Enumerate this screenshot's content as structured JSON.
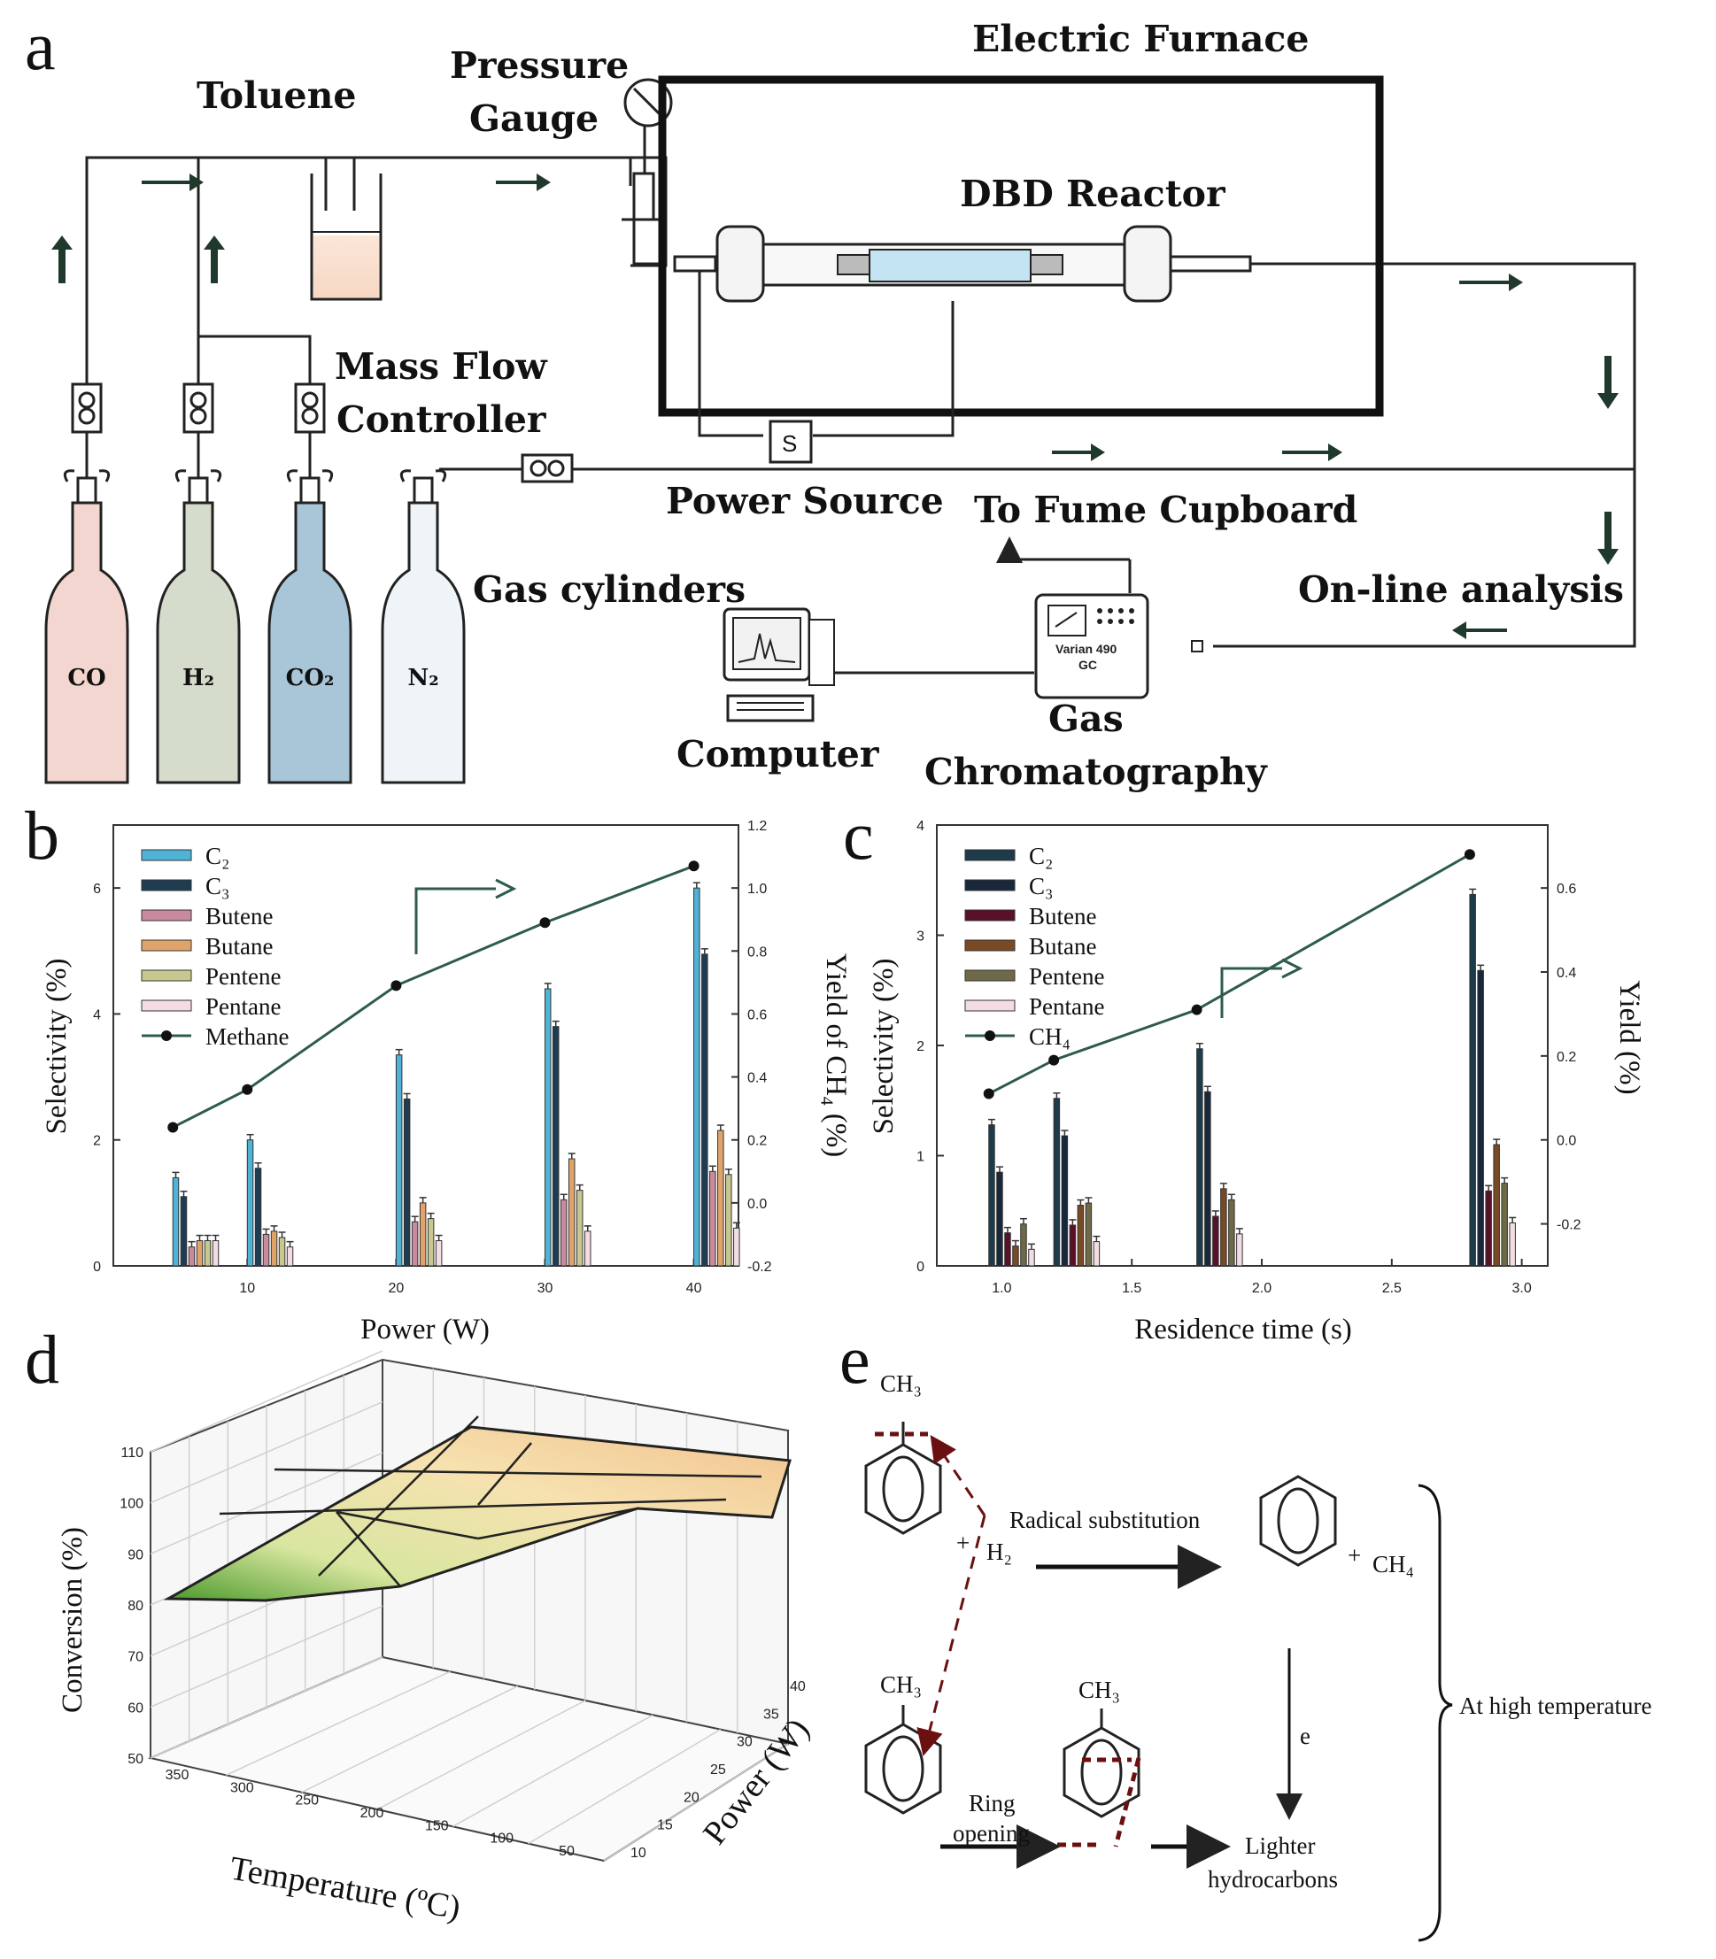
{
  "panels": {
    "a": "a",
    "b": "b",
    "c": "c",
    "d": "d",
    "e": "e"
  },
  "setup": {
    "toluene": "Toluene",
    "pressure_gauge": [
      "Pressure",
      "Gauge"
    ],
    "electric_furnace": "Electric Furnace",
    "dbd_reactor": "DBD Reactor",
    "mass_flow_controller": [
      "Mass Flow",
      "Controller"
    ],
    "power_source": "Power Source",
    "power_source_symbol": "S",
    "fume_cupboard": "To Fume Cupboard",
    "gas_cylinders": "Gas cylinders",
    "online_analysis": "On-line analysis",
    "computer": "Computer",
    "gc": [
      "Gas",
      "Chromatography"
    ],
    "gc_device": [
      "Varian 490",
      "GC"
    ],
    "cylinders": [
      {
        "label": "CO",
        "color": "#f3d6cf"
      },
      {
        "label": "H₂",
        "color": "#d6dccb"
      },
      {
        "label": "CO₂",
        "color": "#a9c6d8"
      },
      {
        "label": "N₂",
        "color": "#eef4f7"
      }
    ]
  },
  "chart_data": [
    {
      "panel": "b",
      "type": "bar",
      "categories": [
        "5",
        "10",
        "20",
        "30",
        "40"
      ],
      "xlabel": "Power (W)",
      "ylabel": "Selectivity (%)",
      "ylim": [
        0,
        7
      ],
      "yticks": [
        "0",
        "2",
        "4",
        "6"
      ],
      "xticks": [
        "10",
        "20",
        "30",
        "40"
      ],
      "y2label": "Yield of CH₄ (%)",
      "y2lim": [
        -0.2,
        1.2
      ],
      "y2ticks": [
        "-0.2",
        "0.0",
        "0.2",
        "0.4",
        "0.6",
        "0.8",
        "1.0",
        "1.2"
      ],
      "series": [
        {
          "name": "C₂",
          "color": "#4fb3d8",
          "values": [
            1.4,
            2.0,
            3.35,
            4.4,
            6.0
          ]
        },
        {
          "name": "C₃",
          "color": "#1f3d52",
          "values": [
            1.1,
            1.55,
            2.65,
            3.8,
            4.95
          ]
        },
        {
          "name": "Butene",
          "color": "#c98aa0",
          "values": [
            0.3,
            0.5,
            0.7,
            1.05,
            1.5
          ]
        },
        {
          "name": "Butane",
          "color": "#e0a46b",
          "values": [
            0.4,
            0.55,
            1.0,
            1.7,
            2.15
          ]
        },
        {
          "name": "Pentene",
          "color": "#c8c88e",
          "values": [
            0.4,
            0.45,
            0.75,
            1.2,
            1.45
          ]
        },
        {
          "name": "Pentane",
          "color": "#f3dde3",
          "values": [
            0.4,
            0.3,
            0.4,
            0.55,
            0.6
          ]
        }
      ],
      "line": {
        "name": "Methane",
        "color": "#2e5c4a",
        "x": [
          5,
          10,
          20,
          30,
          40
        ],
        "values": [
          0.24,
          0.36,
          0.69,
          0.89,
          1.07
        ]
      }
    },
    {
      "panel": "c",
      "type": "bar",
      "categories": [
        "0.95",
        "1.2",
        "1.75",
        "2.8"
      ],
      "xlabel": "Residence time (s)",
      "ylabel": "Selectivity (%)",
      "ylim": [
        0,
        4
      ],
      "yticks": [
        "0",
        "1",
        "2",
        "3",
        "4"
      ],
      "xticks": [
        "1.0",
        "1.5",
        "2.0",
        "2.5",
        "3.0"
      ],
      "y2label": "Yield (%)",
      "y2lim": [
        -0.3,
        0.75
      ],
      "y2ticks": [
        "-0.2",
        "0.0",
        "0.2",
        "0.4",
        "0.6"
      ],
      "series": [
        {
          "name": "C₂",
          "color": "#1d3b4a",
          "values": [
            1.28,
            1.52,
            1.97,
            3.37
          ]
        },
        {
          "name": "C₃",
          "color": "#18283a",
          "values": [
            0.85,
            1.18,
            1.58,
            2.68
          ]
        },
        {
          "name": "Butene",
          "color": "#5a1027",
          "values": [
            0.3,
            0.37,
            0.45,
            0.68
          ]
        },
        {
          "name": "Butane",
          "color": "#7a4a24",
          "values": [
            0.18,
            0.55,
            0.7,
            1.1
          ]
        },
        {
          "name": "Pentene",
          "color": "#6e6a48",
          "values": [
            0.38,
            0.57,
            0.6,
            0.75
          ]
        },
        {
          "name": "Pentane",
          "color": "#f3dde3",
          "values": [
            0.15,
            0.22,
            0.29,
            0.39
          ]
        }
      ],
      "line": {
        "name": "CH₄",
        "color": "#2e5c4a",
        "x": [
          0.95,
          1.2,
          1.75,
          2.8
        ],
        "values": [
          0.11,
          0.19,
          0.31,
          0.68
        ]
      }
    },
    {
      "panel": "d",
      "type": "surface",
      "xlabel": "Temperature (ºC)",
      "ylabel": "Conversion (%)",
      "zlabel": "Power (W)",
      "xticks": [
        "350",
        "300",
        "250",
        "200",
        "150",
        "100",
        "50"
      ],
      "zticks": [
        "10",
        "15",
        "20",
        "25",
        "30",
        "35",
        "40"
      ],
      "yticks": [
        "50",
        "60",
        "70",
        "80",
        "90",
        "100",
        "110"
      ],
      "zlim": [
        50,
        110
      ]
    }
  ],
  "mechanism": {
    "ch3": "CH₃",
    "h2": "H₂",
    "ch4": "CH₄",
    "radical_substitution": "Radical substitution",
    "ring_opening": [
      "Ring",
      "opening"
    ],
    "electron": "e",
    "lighter": [
      "Lighter",
      "hydrocarbons"
    ],
    "high_temp": "At high temperature",
    "plus": "+"
  }
}
